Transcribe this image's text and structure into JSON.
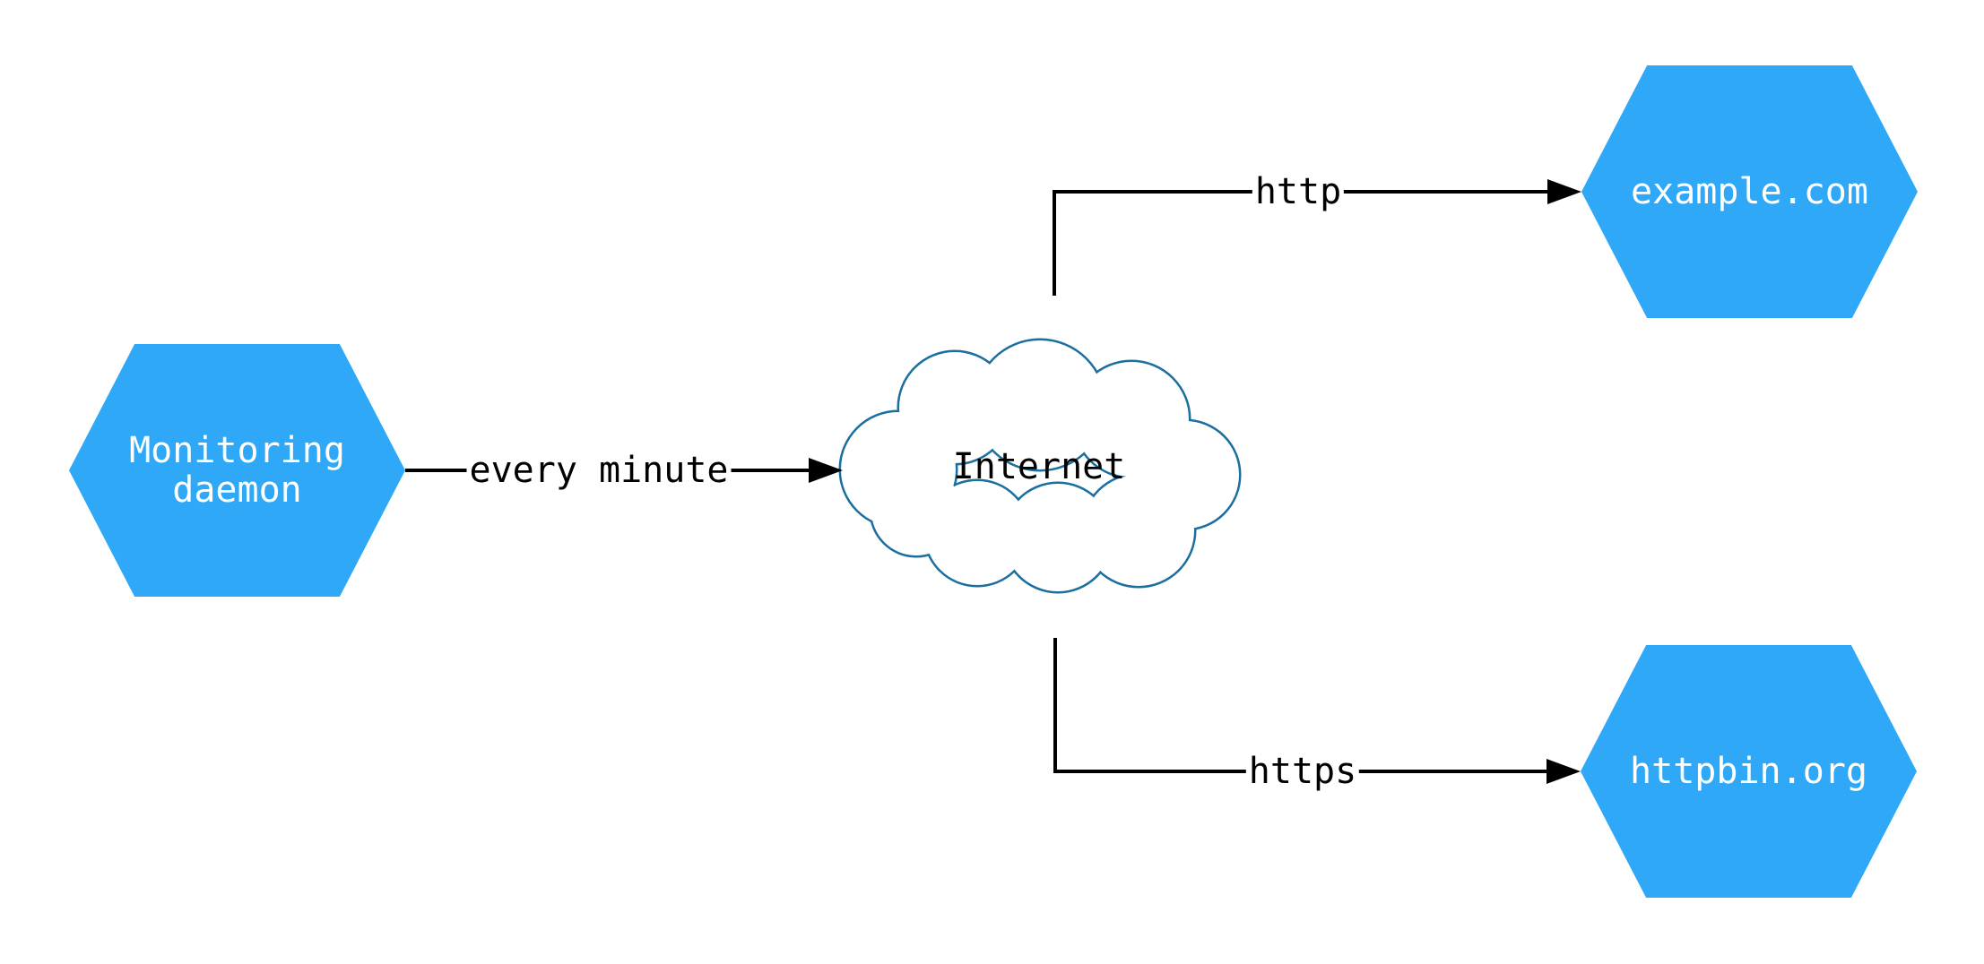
{
  "diagram": {
    "type": "network-diagram",
    "background": "#ffffff",
    "colors": {
      "node_fill": "#2fa8f8",
      "node_text": "#ffffff",
      "cloud_fill": "#ffffff",
      "cloud_stroke": "#1a6f9f",
      "edge": "#000000",
      "edge_label_text": "#000000"
    },
    "nodes": {
      "monitoring": {
        "shape": "hexagon",
        "label": "Monitoring daemon",
        "lines": [
          "Monitoring",
          "daemon"
        ]
      },
      "internet": {
        "shape": "cloud",
        "label": "Internet"
      },
      "example": {
        "shape": "hexagon",
        "label": "example.com"
      },
      "httpbin": {
        "shape": "hexagon",
        "label": "httpbin.org"
      }
    },
    "edges": [
      {
        "from": "monitoring",
        "to": "internet",
        "label": "every minute",
        "arrow": "to"
      },
      {
        "from": "internet",
        "to": "example",
        "label": "http",
        "arrow": "to"
      },
      {
        "from": "internet",
        "to": "httpbin",
        "label": "https",
        "arrow": "to"
      }
    ]
  }
}
